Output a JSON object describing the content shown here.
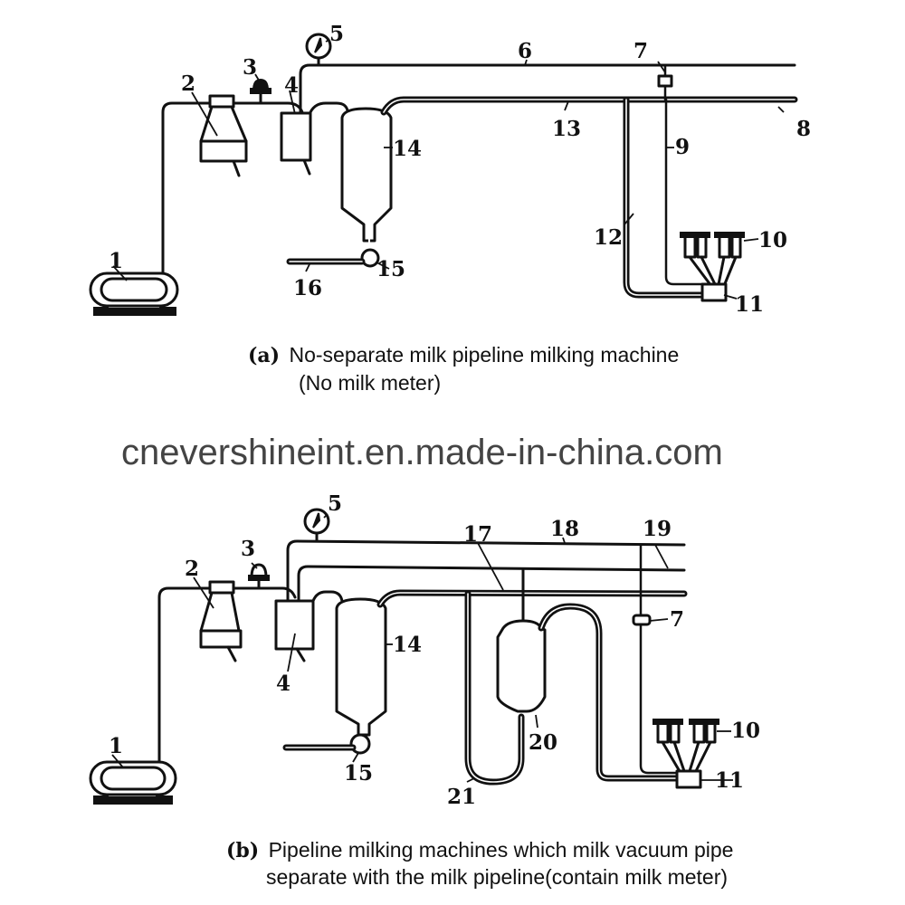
{
  "figures": [
    {
      "id": "a",
      "caption_tag": "(a)",
      "caption_line1": "No-separate milk pipeline milking machine",
      "caption_line2": "(No milk meter)",
      "labels": {
        "n1": "1",
        "n2": "2",
        "n3": "3",
        "n4": "4",
        "n5": "5",
        "n6": "6",
        "n7": "7",
        "n8": "8",
        "n9": "9",
        "n10": "10",
        "n11": "11",
        "n12": "12",
        "n13": "13",
        "n14": "14",
        "n15": "15",
        "n16": "16"
      }
    },
    {
      "id": "b",
      "caption_tag": "(b)",
      "caption_line1": "Pipeline milking machines which milk vacuum pipe",
      "caption_line2": "separate with the milk pipeline(contain milk meter)",
      "labels": {
        "n1": "1",
        "n2": "2",
        "n3": "3",
        "n4": "4",
        "n5": "5",
        "n7": "7",
        "n10": "10",
        "n11": "11",
        "n14": "14",
        "n15": "15",
        "n17": "17",
        "n18": "18",
        "n19": "19",
        "n20": "20",
        "n21": "21"
      }
    }
  ],
  "watermark": "cnevershineint.en.made-in-china.com"
}
